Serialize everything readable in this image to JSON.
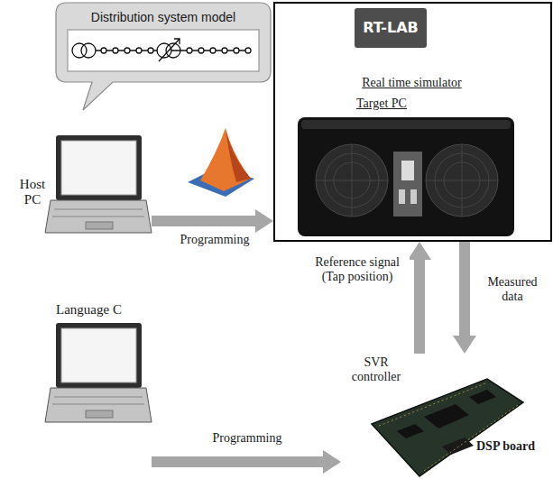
{
  "diagram": {
    "nodes": [
      {
        "text": [
          "Distribution system model"
        ]
      },
      {
        "text": [
          "RT-LAB",
          "Real time simulator",
          "Target PC"
        ]
      },
      {
        "text": [
          "Host PC"
        ]
      },
      {
        "text": [
          "Language C"
        ]
      },
      {
        "text": [
          "SVR controller",
          "DSP board"
        ]
      }
    ],
    "edges": [
      {
        "from": 2,
        "to": 1,
        "arrow": "to",
        "label": "Programming"
      },
      {
        "from": 3,
        "to": 4,
        "arrow": "to",
        "label": "Programming"
      },
      {
        "from": 4,
        "to": 1,
        "arrow": "to",
        "label": "Reference signal (Tap position)"
      },
      {
        "from": 1,
        "to": 4,
        "arrow": "to",
        "label": "Measured data"
      }
    ]
  }
}
